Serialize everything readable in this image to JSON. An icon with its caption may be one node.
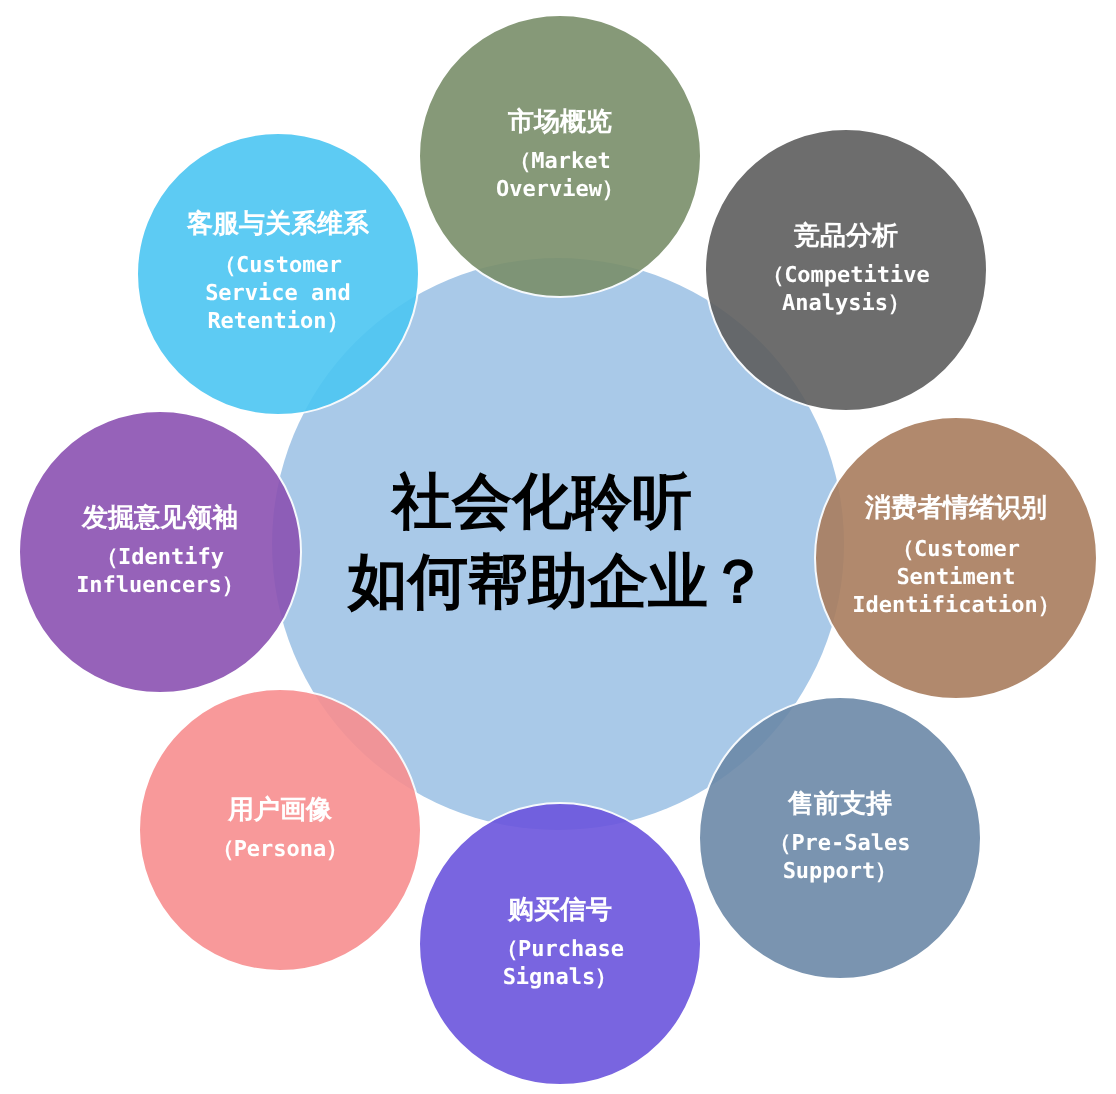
{
  "diagram": {
    "nodes": [
      {
        "text": [
          "社会化聆听",
          "如何帮助企业？"
        ]
      },
      {
        "text": [
          "市场概览",
          "（Market Overview）"
        ]
      },
      {
        "text": [
          "竞品分析",
          "（Competitive Analysis）"
        ]
      },
      {
        "text": [
          "消费者情绪识别",
          "（Customer Sentiment Identification）"
        ]
      },
      {
        "text": [
          "售前支持",
          "（Pre-Sales Support）"
        ]
      },
      {
        "text": [
          "购买信号",
          "（Purchase Signals）"
        ]
      },
      {
        "text": [
          "用户画像",
          "（Persona）"
        ]
      },
      {
        "text": [
          "发掘意见领袖",
          "（Identify Influencers）"
        ]
      },
      {
        "text": [
          "客服与关系维系",
          "（Customer Service and Retention）"
        ]
      }
    ],
    "edges": []
  }
}
